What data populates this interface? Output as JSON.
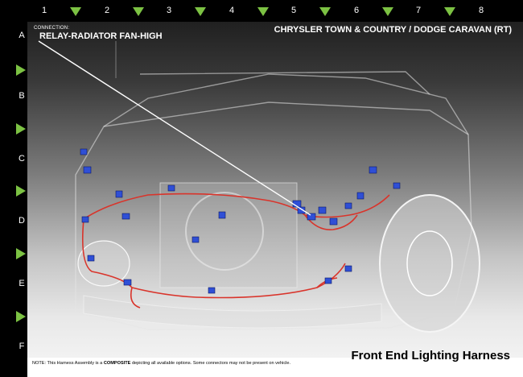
{
  "grid": {
    "columns": [
      "1",
      "2",
      "3",
      "4",
      "5",
      "6",
      "7",
      "8"
    ],
    "rows": [
      "A",
      "B",
      "C",
      "D",
      "E",
      "F"
    ]
  },
  "connection": {
    "label": "CONNECTION:",
    "name": "RELAY-RADIATOR FAN-HIGH"
  },
  "vehicle_title": "CHRYSLER TOWN & COUNTRY / DODGE CARAVAN (RT)",
  "harness_title": "Front End Lighting Harness",
  "note": {
    "prefix": "NOTE: This Harness Assembly is a ",
    "emphasis": "COMPOSITE",
    "suffix": " depicting all available options. Some connectors may not be present on vehicle."
  },
  "colors": {
    "marker": "#7cc243",
    "wire": "#d9342b",
    "connector": "#2f4fd6",
    "leader": "#ffffff"
  }
}
